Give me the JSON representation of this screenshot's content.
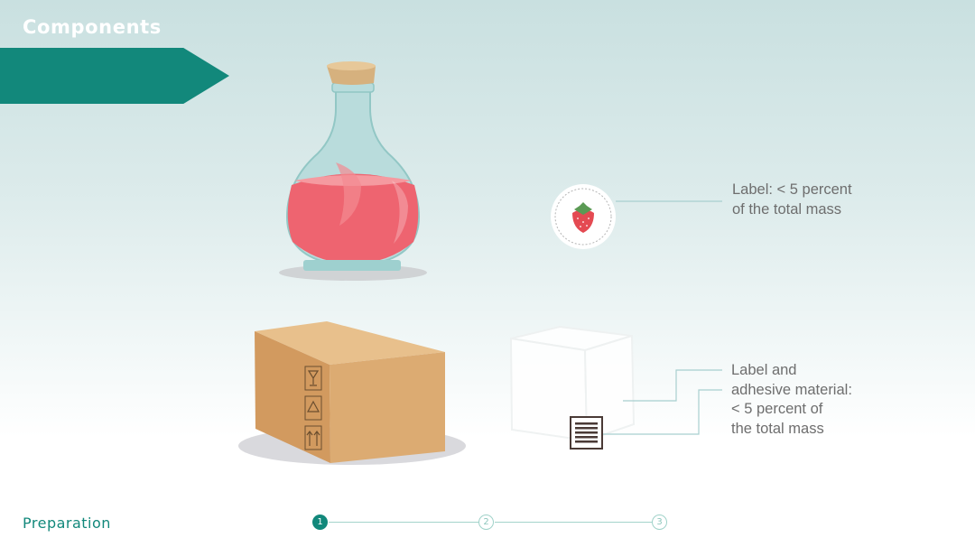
{
  "header": {
    "title": "Components"
  },
  "annotations": {
    "bottle_label": [
      "Label: < 5 percent",
      "of the total mass"
    ],
    "box_label": [
      "Label and",
      "adhesive material:",
      "< 5 percent of",
      "the total mass"
    ]
  },
  "footer": {
    "section_label": "Preparation",
    "steps": [
      {
        "label": "1",
        "state": "active"
      },
      {
        "label": "2",
        "state": "inactive"
      },
      {
        "label": "3",
        "state": "inactive"
      }
    ]
  },
  "colors": {
    "accent": "#12887b",
    "liquid": "#ee6470",
    "cardboard": "#dcab72",
    "text": "#6e6e6e"
  },
  "icons": [
    "strawberry-icon",
    "barcode-label-icon",
    "fragile-glass-icon",
    "recycle-icon",
    "this-way-up-icon"
  ]
}
